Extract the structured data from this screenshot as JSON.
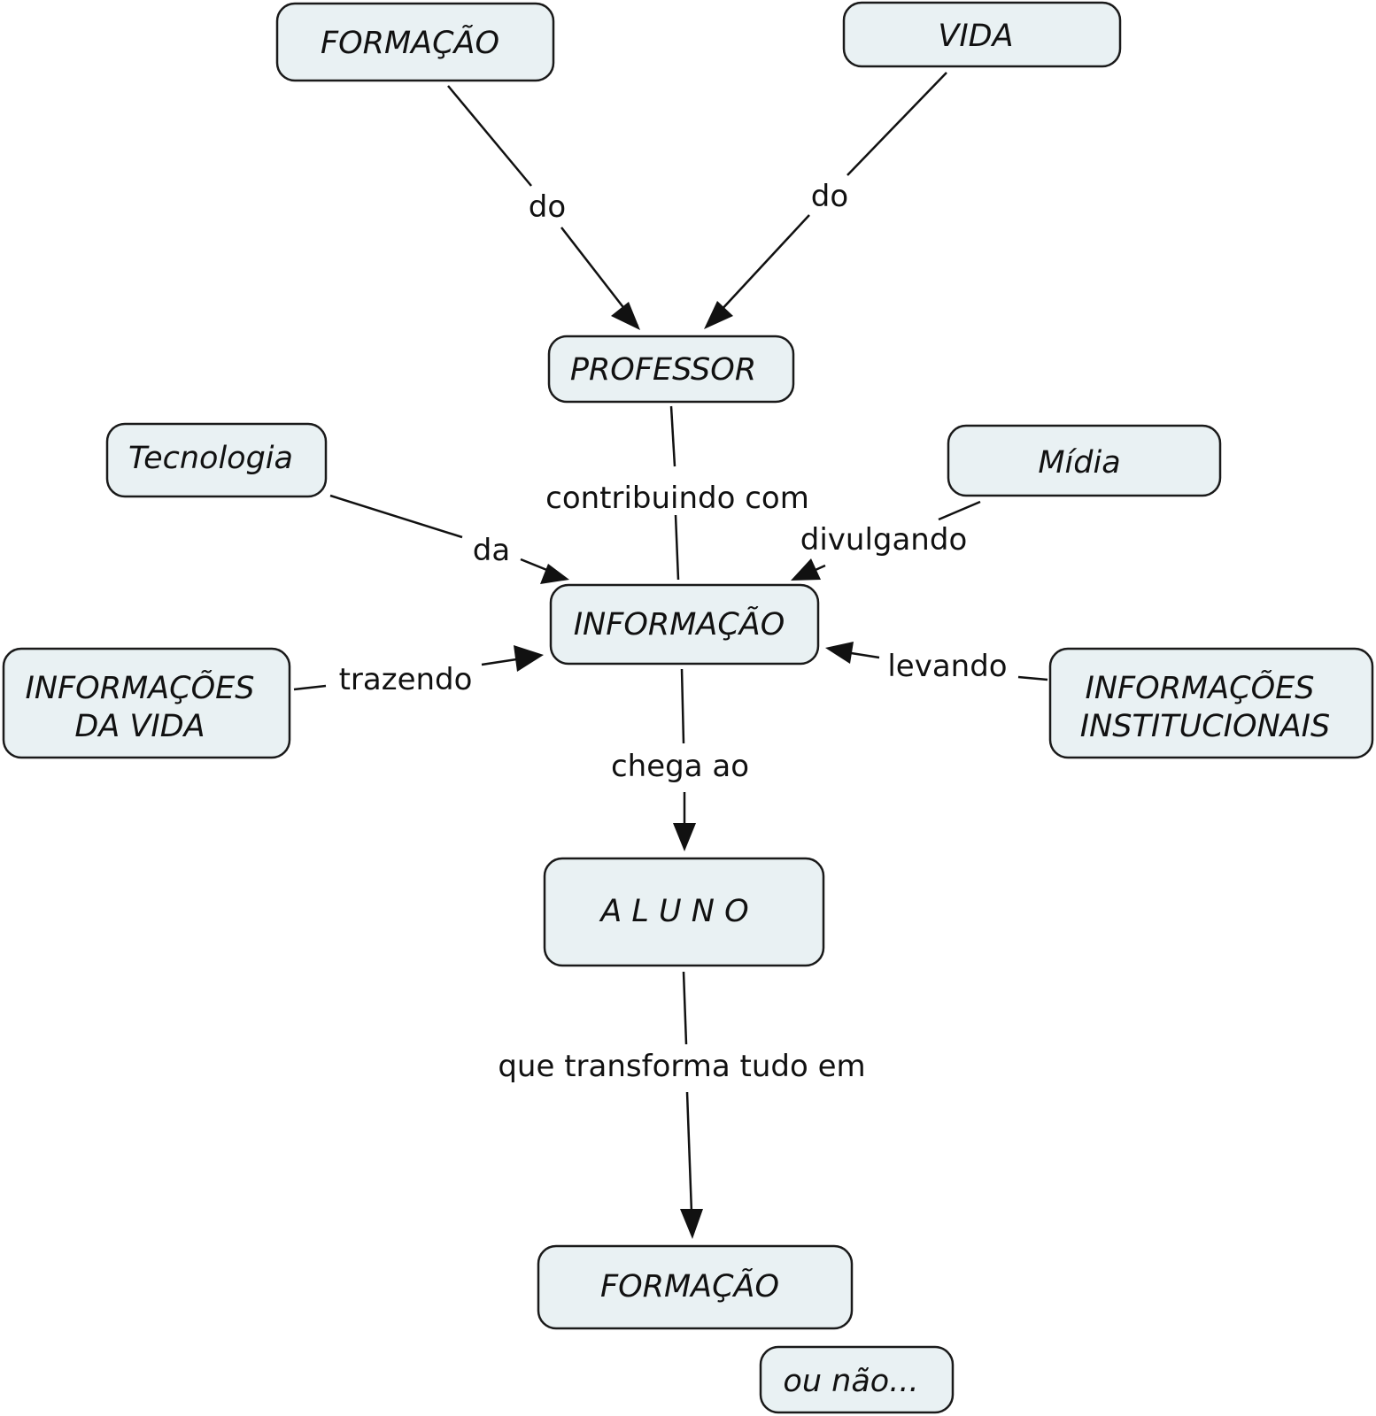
{
  "nodes": {
    "formacao_top": "FORMAÇÃO",
    "vida": "VIDA",
    "professor": "PROFESSOR",
    "tecnologia": "Tecnologia",
    "midia": "Mídia",
    "informacao": "INFORMAÇÃO",
    "informacoes_vida_line1": "INFORMAÇÕES",
    "informacoes_vida_line2": "DA VIDA",
    "informacoes_inst_line1": "INFORMAÇÕES",
    "informacoes_inst_line2": "INSTITUCIONAIS",
    "aluno": "A L U N O",
    "formacao_bottom": "FORMAÇÃO",
    "ou_nao": "ou não..."
  },
  "links": {
    "do_left": "do",
    "do_right": "do",
    "contribuindo": "contribuindo com",
    "da": "da",
    "divulgando": "divulgando",
    "trazendo": "trazendo",
    "levando": "levando",
    "chega": "chega ao",
    "transforma": "que transforma tudo em"
  }
}
